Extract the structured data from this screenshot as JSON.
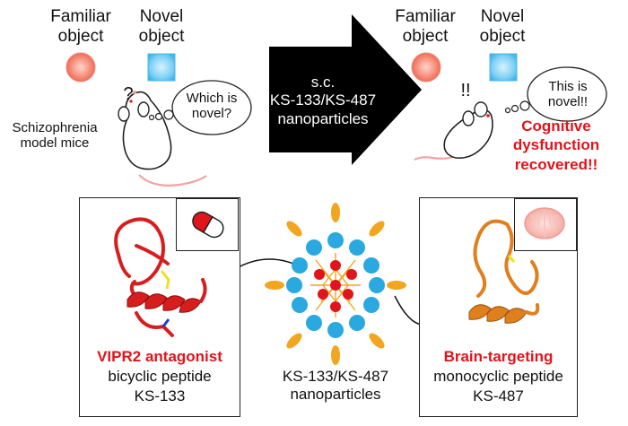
{
  "top_left": {
    "familiar_label": "Familiar\nobject",
    "novel_label": "Novel\nobject",
    "question_mark": "?",
    "thought": "Which is\nnovel?",
    "mice_label": "Schizophrenia\nmodel mice"
  },
  "arrow": {
    "text": "s.c.\nKS-133/KS-487\nnanoparticles"
  },
  "top_right": {
    "familiar_label": "Familiar\nobject",
    "novel_label": "Novel\nobject",
    "exclaim": "!!",
    "thought": "This is\nnovel!!",
    "result": "Cognitive\ndysfunction\nrecovered!!"
  },
  "left_panel": {
    "title": "VIPR2 antagonist",
    "line2": "bicyclic peptide",
    "line3": "KS-133",
    "inset_icon": "capsule-icon"
  },
  "center": {
    "label": "KS-133/KS-487\nnanoparticles"
  },
  "right_panel": {
    "title": "Brain-targeting",
    "line2": "monocyclic peptide",
    "line3": "KS-487",
    "inset_icon": "brain-icon"
  },
  "colors": {
    "accent_red": "#e0141b",
    "arrow_black": "#000000",
    "familiar_fill": "#f47a6a",
    "novel_fill": "#5fc3ee",
    "nanoparticle_blue": "#2aa8e0",
    "nanoparticle_orange": "#f2a51f",
    "peptide_orange": "#e07f1e",
    "peptide_red": "#d71e1e"
  }
}
